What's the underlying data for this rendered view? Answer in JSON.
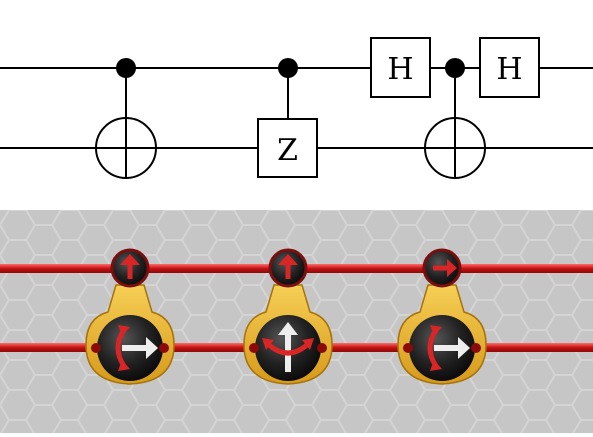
{
  "circuit": {
    "gates": {
      "h1": "H",
      "z": "Z",
      "h2": "H"
    }
  },
  "colors": {
    "wire": "#000000",
    "panel_bg": "#c7c7c7",
    "hex_line": "#d6d6d6",
    "laser": "#d81818",
    "badge_fill": "#1f1f1f",
    "gold": "#e9b32a",
    "arrow_red": "#d92525",
    "arrow_white": "#eeeeee"
  },
  "game_board": {
    "controls": [
      "up-arrow-icon",
      "up-arrow-icon",
      "right-arrow-icon"
    ],
    "targets": [
      "x-rotation-icon",
      "z-rotation-icon",
      "x-rotation-icon"
    ]
  }
}
